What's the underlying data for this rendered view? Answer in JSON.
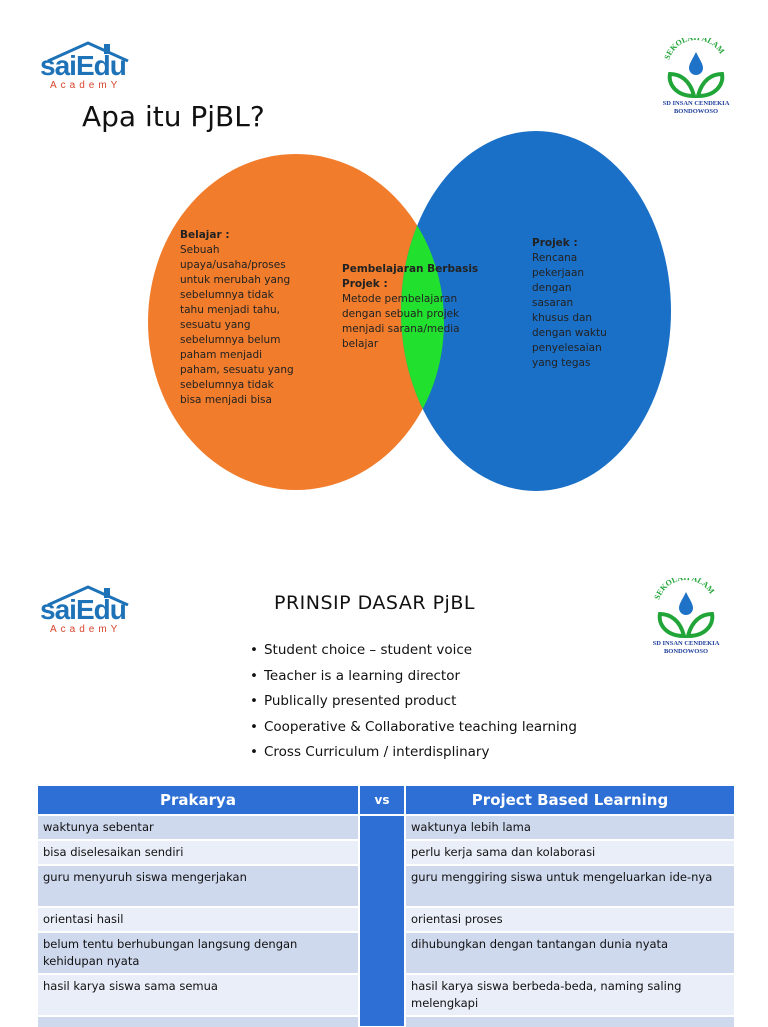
{
  "logos": {
    "saiedu_word_a": "sai",
    "saiedu_word_b": "Edu",
    "saiedu_sub": "AcademY",
    "sekolah_arc": "SEKOLAH ALAM",
    "sekolah_name1": "SD INSAN CENDEKIA",
    "sekolah_name2": "BONDOWOSO"
  },
  "slide1": {
    "title": "Apa itu PjBL?",
    "left": {
      "heading": "Belajar :",
      "lines": [
        "Sebuah",
        "upaya/usaha/proses",
        "untuk merubah yang",
        "sebelumnya tidak",
        "tahu menjadi tahu,",
        "sesuatu yang",
        "sebelumnya belum",
        "paham menjadi",
        "paham, sesuatu yang",
        "sebelumnya tidak",
        "bisa menjadi bisa"
      ]
    },
    "center": {
      "heading1": "Pembelajaran Berbasis",
      "heading2": "Projek :",
      "lines": [
        "Metode pembelajaran",
        "dengan sebuah projek",
        "menjadi sarana/media",
        "belajar"
      ]
    },
    "right": {
      "heading": "Projek :",
      "lines": [
        "Rencana",
        "pekerjaan",
        "dengan",
        "sasaran",
        "khusus dan",
        "dengan waktu",
        "penyelesaian",
        "yang tegas"
      ]
    },
    "colors": {
      "left": "#f07c2c",
      "right": "#1a6fc7",
      "overlap": "#22e02e"
    }
  },
  "slide2": {
    "title": "PRINSIP DASAR PjBL",
    "principles": [
      "Student choice – student voice",
      "Teacher is a learning director",
      "Publically presented product",
      "Cooperative & Collaborative teaching learning",
      "Cross Curriculum / interdisplinary"
    ]
  },
  "table": {
    "header_left": "Prakarya",
    "header_mid": "vs",
    "header_right": "Project Based Learning",
    "rows": [
      {
        "left": "waktunya sebentar",
        "right": "waktunya lebih lama"
      },
      {
        "left": "bisa diselesaikan sendiri",
        "right": "perlu kerja sama dan kolaborasi"
      },
      {
        "left": "guru menyuruh siswa mengerjakan",
        "right": "guru menggiring siswa untuk mengeluarkan ide-nya"
      },
      {
        "left": "orientasi hasil",
        "right": "orientasi proses"
      },
      {
        "left": "belum tentu berhubungan langsung dengan kehidupan nyata",
        "right": "dihubungkan dengan tantangan dunia nyata"
      },
      {
        "left": "hasil karya siswa sama semua",
        "right": "hasil karya siswa berbeda-beda, naming saling melengkapi"
      }
    ],
    "accent": "#2e6fd6"
  }
}
